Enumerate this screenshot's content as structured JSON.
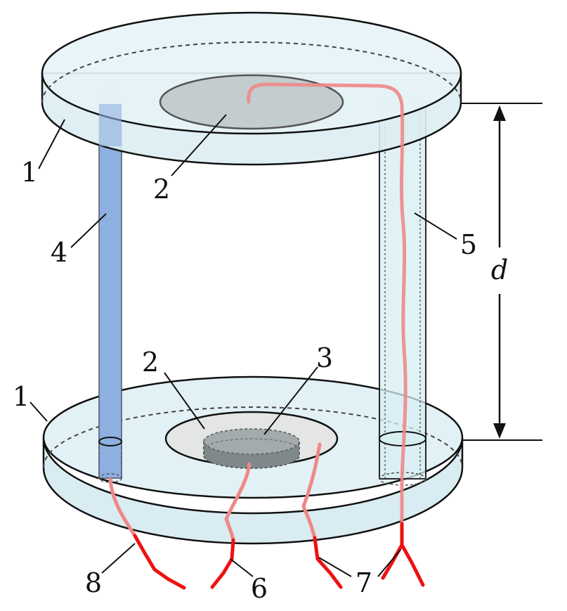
{
  "labels": {
    "l1_top": "1",
    "l1_bottom": "1",
    "l2_top": "2",
    "l2_bottom": "2",
    "l3": "3",
    "l4": "4",
    "l5": "5",
    "l6": "6",
    "l7": "7",
    "l8": "8",
    "d": "d"
  },
  "colors": {
    "plate_fill": "#dff0f4",
    "plate_stroke": "#111111",
    "electrode_fill": "#c5cdd0",
    "blue_rod": "#8fb0e0",
    "glass_tube": "#d7eef3",
    "wire_inner": "#ee8888",
    "wire_outer": "#ee1111",
    "sample_fill": "#9aa2a5"
  }
}
